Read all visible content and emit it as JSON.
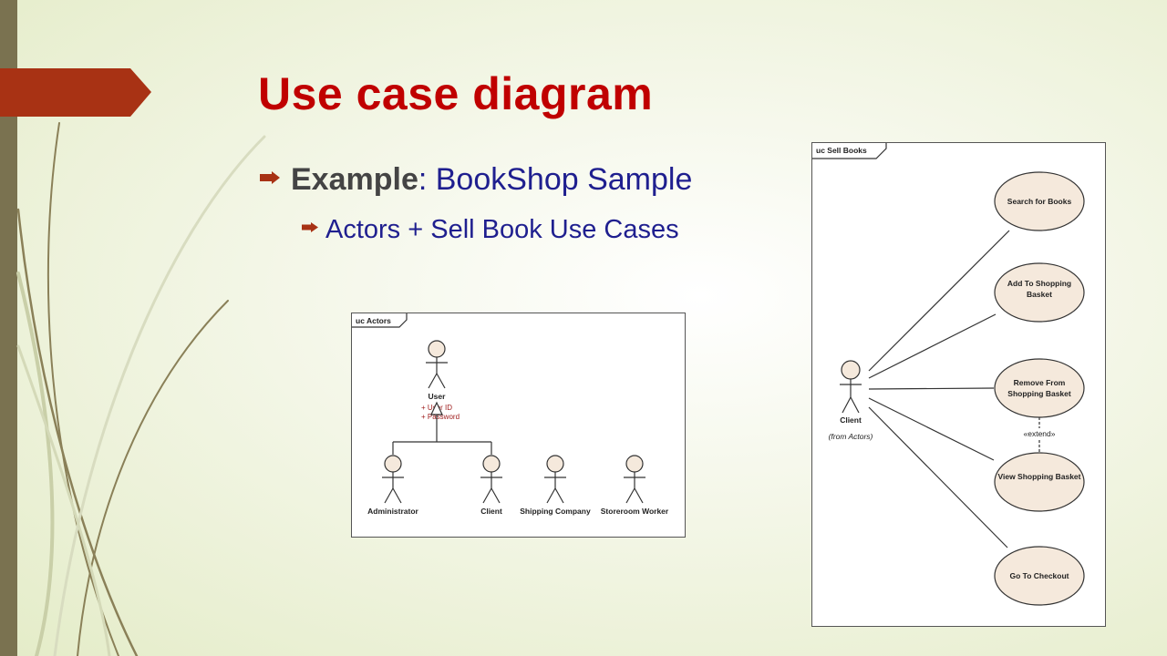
{
  "slide": {
    "title": "Use case diagram",
    "bullet_1": {
      "bold": "Example",
      "rest": ": BookShop Sample"
    },
    "bullet_2": "Actors + Sell Book Use Cases"
  },
  "actors_diagram": {
    "frame_label": "uc Actors",
    "parent_actor": "User",
    "attributes": [
      "+ User ID",
      "+ Password"
    ],
    "children": [
      "Administrator",
      "Client",
      "Shipping Company",
      "Storeroom Worker"
    ]
  },
  "sell_books_diagram": {
    "frame_label": "uc Sell Books",
    "actor": "Client",
    "actor_note": "(from Actors)",
    "use_cases": [
      "Search for Books",
      "Add To Shopping Basket",
      "Remove From Shopping Basket",
      "View Shopping Basket",
      "Go To Checkout"
    ],
    "relationship": "«extend»"
  },
  "colors": {
    "title": "#c00000",
    "body": "#1f1f8f",
    "accent": "#a83214",
    "sidebar": "#7a7250",
    "node_fill": "#f5e9dc"
  }
}
